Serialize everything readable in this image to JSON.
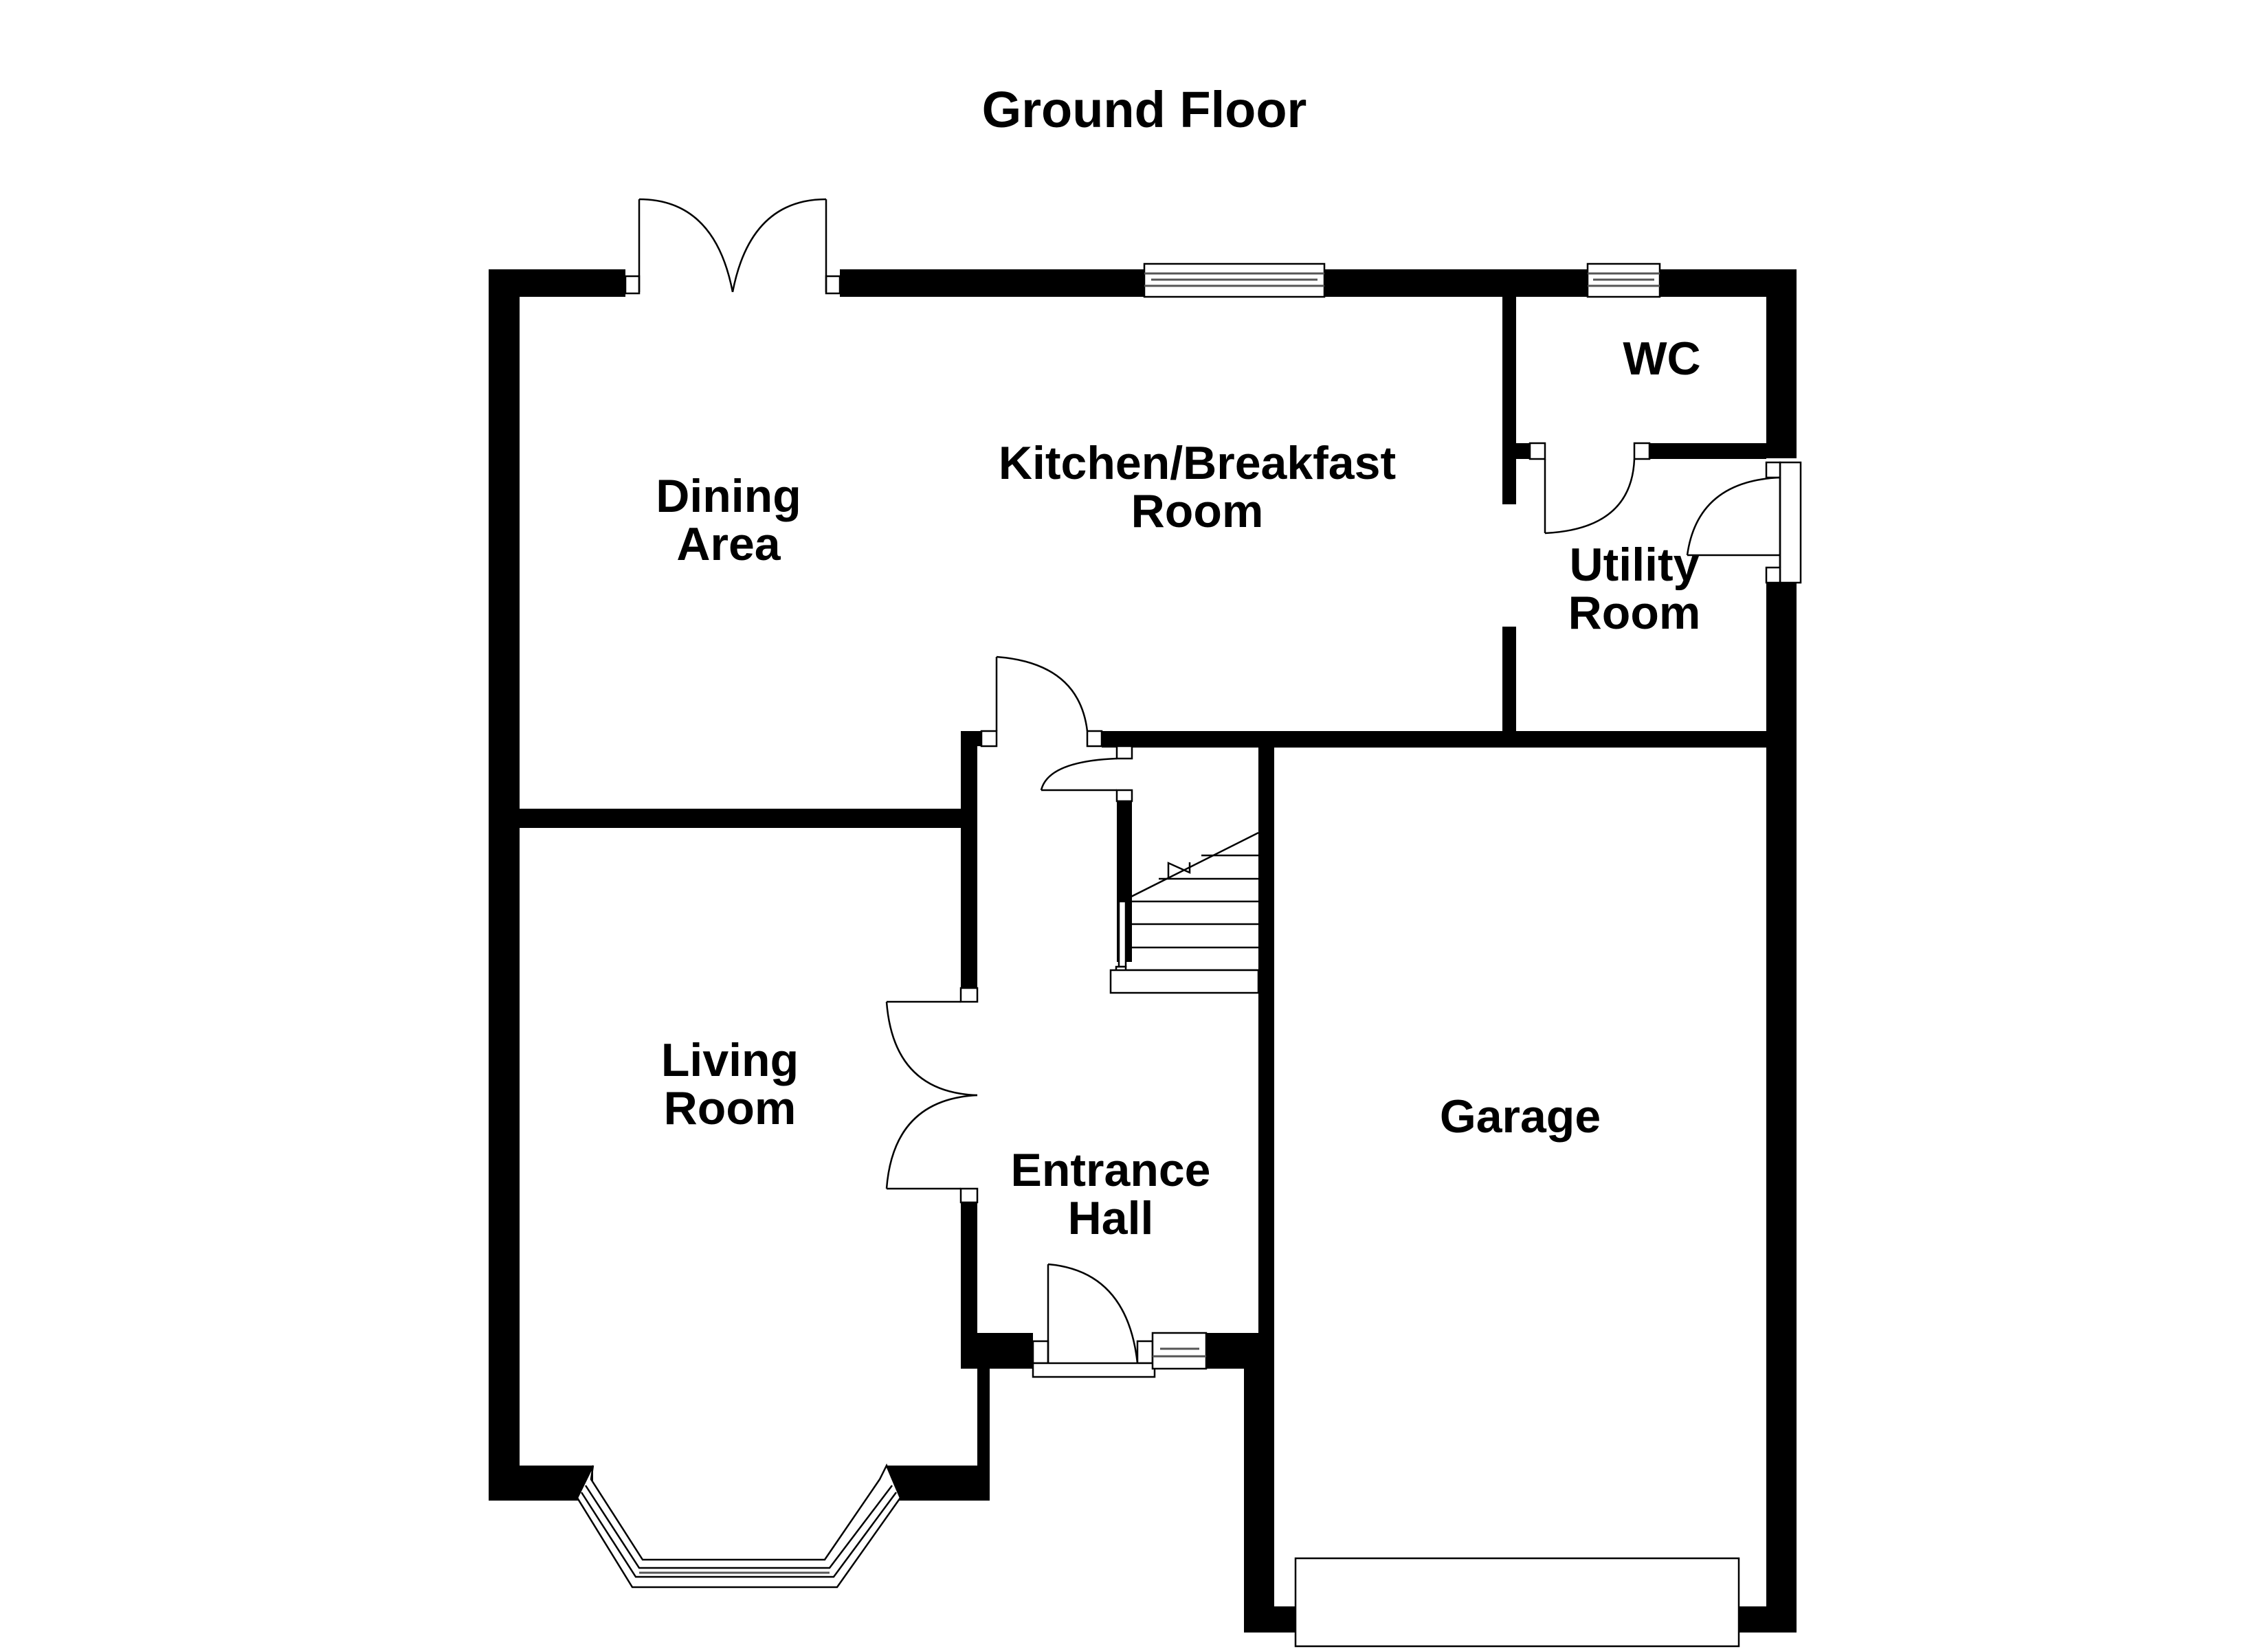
{
  "plan": {
    "title": "Ground Floor",
    "wall_color": "#000000",
    "background_color": "#ffffff"
  },
  "rooms": {
    "dining": {
      "line1": "Dining",
      "line2": "Area"
    },
    "kitchen": {
      "line1": "Kitchen/Breakfast",
      "line2": "Room"
    },
    "wc": {
      "line1": "WC"
    },
    "utility": {
      "line1": "Utility",
      "line2": "Room"
    },
    "living": {
      "line1": "Living",
      "line2": "Room"
    },
    "hall": {
      "line1": "Entrance",
      "line2": "Hall"
    },
    "garage": {
      "line1": "Garage"
    }
  },
  "icons": {
    "french-doors": "double-door-swing",
    "window": "window-frame",
    "door": "door-swing",
    "stairs": "staircase",
    "bay-window": "bay-window",
    "garage-door": "garage-door"
  }
}
